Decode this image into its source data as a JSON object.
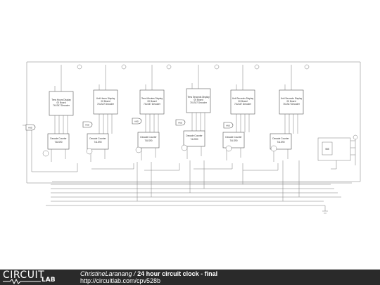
{
  "diagram": {
    "displays": [
      {
        "line1": "Tens Hours Display",
        "line2": "00 Board",
        "line3": "74LS47 Decoder"
      },
      {
        "line1": "Unit Hours Display",
        "line2": "00 Board",
        "line3": "74LS47 Decoder"
      },
      {
        "line1": "Tens Minutes Display",
        "line2": "00 Board",
        "line3": "74LS47 Decoder"
      },
      {
        "line1": "Tens Seconds Display",
        "line2": "00 Board",
        "line3": "74LS47 Decoder"
      },
      {
        "line1": "Unit Seconds Display",
        "line2": "00 Board",
        "line3": "74LS47 Decoder"
      },
      {
        "line1": "Unit Seconds Display",
        "line2": "00 Board",
        "line3": "74LS47 Decoder"
      }
    ],
    "counters": [
      {
        "title": "Decade Counter",
        "part": "74LS90"
      },
      {
        "title": "Decade Counter",
        "part": "74LS90"
      },
      {
        "title": "Decade Counter",
        "part": "74LS90"
      },
      {
        "title": "Decade Counter",
        "part": "74LS90"
      },
      {
        "title": "Decade Counter",
        "part": "74LS90"
      },
      {
        "title": "Decade Counter",
        "part": "74LS90"
      }
    ],
    "gates": [
      "AND",
      "AND",
      "AND",
      "AND",
      "AND"
    ],
    "timer": {
      "label": "555"
    }
  },
  "footer": {
    "logo_top": "CIRCUIT",
    "logo_bottom": "LAB",
    "author": "ChristineLaranang",
    "separator": " / ",
    "title": "24 hour circuit clock - final",
    "url": "http://circuitlab.com/cpv528b"
  }
}
